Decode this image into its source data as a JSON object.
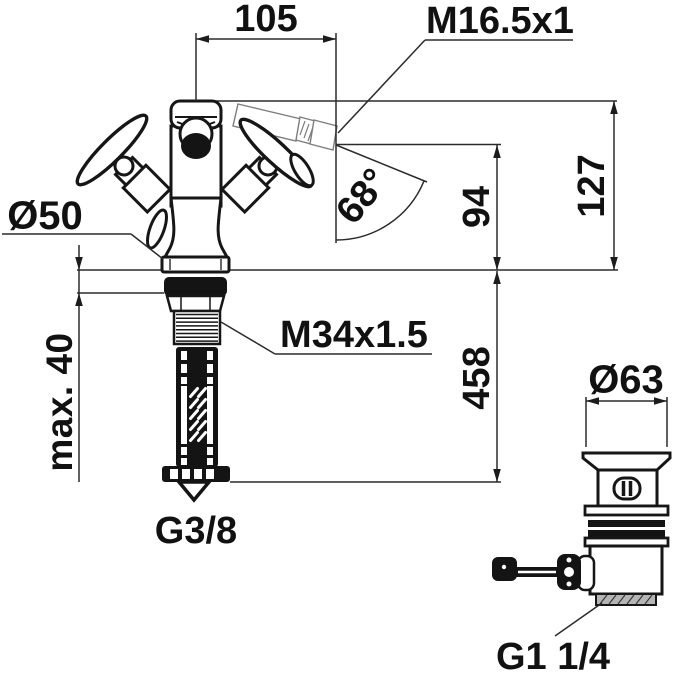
{
  "drawing": {
    "kind": "technical-dimension-drawing",
    "background": "#ffffff",
    "line_color": "#161616",
    "thin_line_color": "#7d7d7d",
    "labels": {
      "spout_reach": "105",
      "spout_thread": "M16.5x1",
      "height_total": "127",
      "height_spout": "94",
      "spout_angle": "68°",
      "base_diameter": "Ø50",
      "max_mounting_thickness": "max. 40",
      "shank_thread": "M34x1.5",
      "hose_length": "458",
      "supply_connection": "G3/8",
      "waste_flange_diameter": "Ø63",
      "waste_connection": "G1 1/4"
    }
  }
}
